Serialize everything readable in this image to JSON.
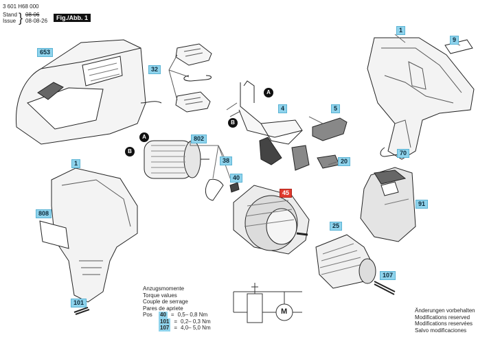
{
  "header": {
    "doc_number": "3 601 H68 000",
    "stand_label": "Stand",
    "issue_label": "Issue",
    "old_date": "08-06",
    "new_date": "08-08-26",
    "fig_label": "Fig./Abb. 1"
  },
  "parts": {
    "p653": "653",
    "p32": "32",
    "p1_top": "1",
    "p9": "9",
    "p4": "4",
    "p5": "5",
    "p70": "70",
    "p802": "802",
    "p38": "38",
    "p40": "40",
    "p20": "20",
    "p1_left": "1",
    "p808": "808",
    "p45": "45",
    "p91": "91",
    "p25": "25",
    "p107": "107",
    "p101": "101"
  },
  "markers": {
    "a1": "A",
    "b1": "B",
    "a2": "A",
    "b2": "B"
  },
  "torque": {
    "lines": [
      "Anzugsmomente",
      "Torque values",
      "Couple de serrage",
      "Pares de apriete"
    ],
    "pos_label": "Pos",
    "rows": [
      {
        "part": "40",
        "eq": "=",
        "value": "0,5– 0,8 Nm"
      },
      {
        "part": "101",
        "eq": "=",
        "value": "0,2– 0,3 Nm"
      },
      {
        "part": "107",
        "eq": "=",
        "value": "4,0– 5,0 Nm"
      }
    ]
  },
  "motor_symbol": "M",
  "modifications": [
    "Änderungen vorbehalten",
    "Modifications reserved",
    "Modifications reservées",
    "Salvo modificaciones"
  ],
  "colors": {
    "part_tag": "#8fd3ec",
    "highlight_tag": "#e03a2e"
  }
}
